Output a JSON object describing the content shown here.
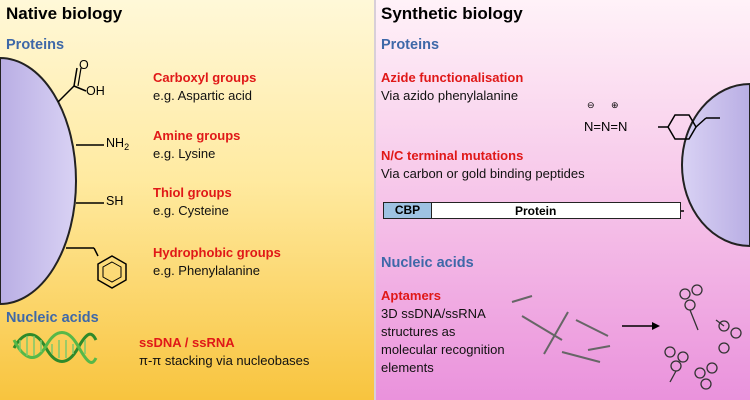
{
  "left": {
    "title": "Native biology",
    "proteins_heading": "Proteins",
    "groups": [
      {
        "name": "Carboxyl groups",
        "example": "e.g. Aspartic acid"
      },
      {
        "name": "Amine groups",
        "example": "e.g. Lysine"
      },
      {
        "name": "Thiol groups",
        "example": "e.g. Cysteine"
      },
      {
        "name": "Hydrophobic groups",
        "example": "e.g. Phenylalanine"
      }
    ],
    "chem_labels": {
      "o": "O",
      "oh": "OH",
      "nh2_main": "NH",
      "nh2_sub": "2",
      "sh": "SH"
    },
    "nucleic_heading": "Nucleic acids",
    "nucleic_name": "ssDNA / ssRNA",
    "nucleic_desc": "π-π stacking via nucleobases"
  },
  "right": {
    "title": "Synthetic biology",
    "proteins_heading": "Proteins",
    "azide": {
      "name": "Azide functionalisation",
      "desc": "Via azido phenylalanine"
    },
    "azide_formula": {
      "n1": "N",
      "eq1": "=",
      "n2": "N",
      "eq2": "=",
      "n3": "N",
      "minus": "⊖",
      "plus": "⊕"
    },
    "terminal": {
      "name": "N/C terminal mutations",
      "desc": "Via carbon or gold binding peptides"
    },
    "bar": {
      "cbp": "CBP",
      "protein": "Protein"
    },
    "nucleic_heading": "Nucleic acids",
    "aptamers": {
      "name": "Aptamers",
      "lines": [
        "3D ssDNA/ssRNA",
        "structures as",
        "molecular recognition",
        "elements"
      ]
    }
  },
  "colors": {
    "heading_blue": "#3e68a8",
    "highlight_red": "#e01818",
    "surface_lavender": "#cdc4ef",
    "cbp_blue": "#9ec2e2"
  }
}
